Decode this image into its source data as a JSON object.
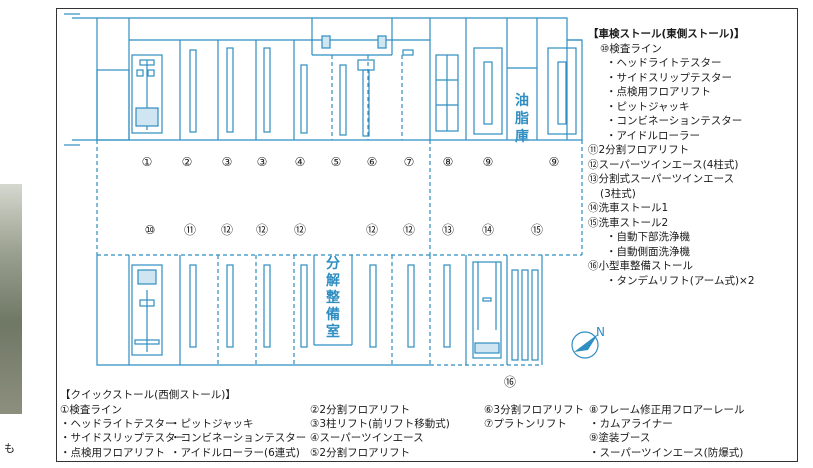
{
  "side_fragment": "も",
  "plan": {
    "top_numbers": [
      "①",
      "②",
      "③",
      "③",
      "④",
      "⑤",
      "⑥",
      "⑦",
      "⑧",
      "⑨",
      "⑨"
    ],
    "mid_numbers": [
      "⑩",
      "⑪",
      "⑫",
      "⑫",
      "⑫",
      "⑫",
      "⑫",
      "⑬",
      "⑭",
      "⑮"
    ],
    "bottom_number": "⑯",
    "oil_room": [
      "油",
      "脂",
      "庫"
    ],
    "maintenance_room": [
      "分",
      "解",
      "整",
      "備",
      "室"
    ],
    "compass": "N"
  },
  "east": {
    "title": "【車検ストール(東側ストール)】",
    "lines": [
      {
        "text": "⑩検査ライン",
        "indent": 1
      },
      {
        "text": "・ヘッドライトテスター",
        "indent": 2
      },
      {
        "text": "・サイドスリップテスター",
        "indent": 2
      },
      {
        "text": "・点検用フロアリフト",
        "indent": 2
      },
      {
        "text": "・ピットジャッキ",
        "indent": 2
      },
      {
        "text": "・コンビネーションテスター",
        "indent": 2
      },
      {
        "text": "・アイドルローラー",
        "indent": 2
      },
      {
        "text": "⑪2分割フロアリフト",
        "indent": 0
      },
      {
        "text": "⑫スーパーツインエース(4柱式)",
        "indent": 0
      },
      {
        "text": "⑬分割式スーパーツインエース",
        "indent": 0
      },
      {
        "text": "(3柱式)",
        "indent": 1
      },
      {
        "text": "⑭洗車ストール1",
        "indent": 0
      },
      {
        "text": "⑮洗車ストール2",
        "indent": 0
      },
      {
        "text": "・自動下部洗浄機",
        "indent": 2
      },
      {
        "text": "・自動側面洗浄機",
        "indent": 2
      },
      {
        "text": "⑯小型車整備ストール",
        "indent": 0
      },
      {
        "text": "・タンデムリフト(アーム式)×2",
        "indent": 2
      }
    ]
  },
  "west": {
    "title": "【クイックストール(西側ストール)】",
    "col1": [
      "①検査ライン",
      "・ヘッドライトテスター",
      "・サイドスリップテスター",
      "・点検用フロアリフト"
    ],
    "col2": [
      "",
      "・ピットジャッキ",
      "・コンビネーションテスター",
      "・アイドルローラー(6連式)"
    ],
    "col3": [
      "②2分割フロアリフト",
      "③3柱リフト(前リフト移動式)",
      "④スーパーツインエース",
      "⑤2分割フロアリフト"
    ],
    "col4": [
      "⑥3分割フロアリフト",
      "⑦プラトンリフト"
    ],
    "col5": [
      "⑧フレーム修正用フロアーレール",
      "・カムアライナー",
      "⑨塗装ブース",
      "・スーパーツインエース(防爆式)"
    ]
  },
  "colors": {
    "accent_blue": "#2f8ec2",
    "line": "#2f8ec2",
    "text": "#1a1a1a"
  }
}
